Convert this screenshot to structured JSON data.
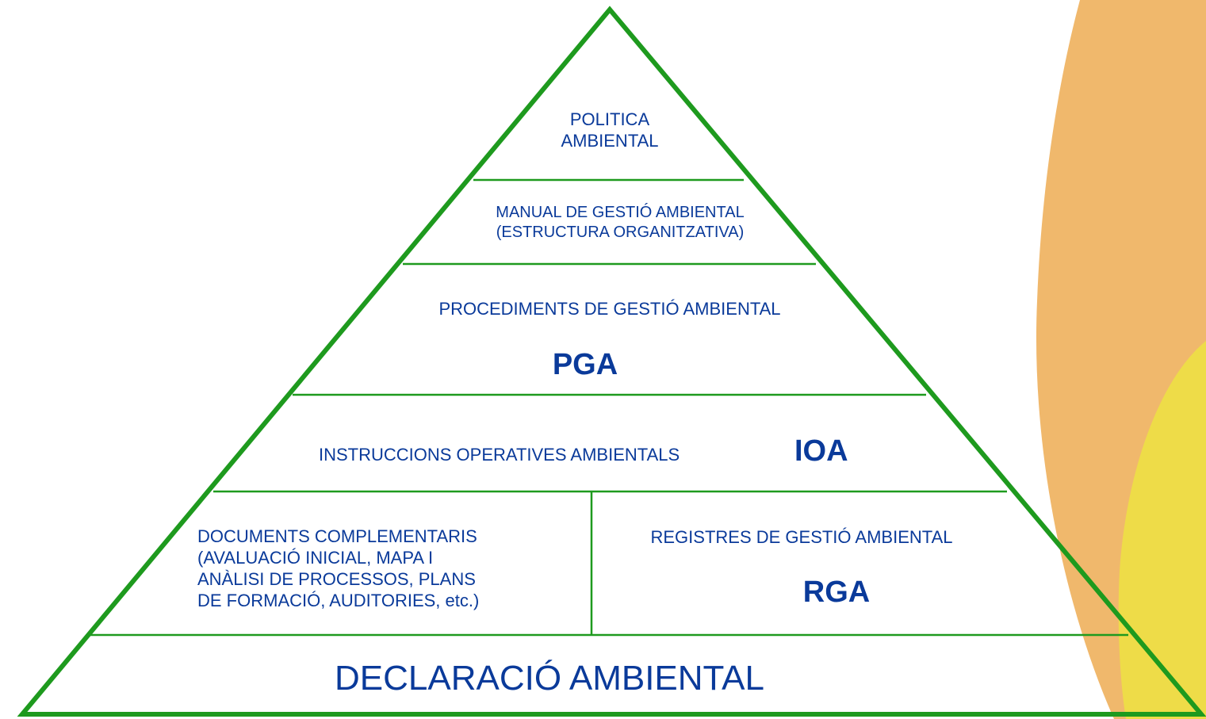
{
  "colors": {
    "pyramid_outline": "#1e9a1e",
    "text": "#0a3a9a",
    "bg_orange": "#f0b86c",
    "bg_yellow": "#eedc48"
  },
  "levels": {
    "politica": {
      "line1": "POLITICA",
      "line2": "AMBIENTAL"
    },
    "manual": {
      "line1": "MANUAL DE GESTIÓ AMBIENTAL",
      "line2": "(ESTRUCTURA ORGANITZATIVA)"
    },
    "procediments": {
      "label": "PROCEDIMENTS DE GESTIÓ AMBIENTAL",
      "abbr": "PGA"
    },
    "instruccions": {
      "label": "INSTRUCCIONS OPERATIVES AMBIENTALS",
      "abbr": "IOA"
    },
    "documents": {
      "line1": "DOCUMENTS COMPLEMENTARIS",
      "line2": "(AVALUACIÓ INICIAL, MAPA I",
      "line3": "ANÀLISI DE PROCESSOS, PLANS",
      "line4": "DE FORMACIÓ, AUDITORIES, etc.)"
    },
    "registres": {
      "label": "REGISTRES DE GESTIÓ AMBIENTAL",
      "abbr": "RGA"
    },
    "declaracio": {
      "label": "DECLARACIÓ AMBIENTAL"
    }
  }
}
